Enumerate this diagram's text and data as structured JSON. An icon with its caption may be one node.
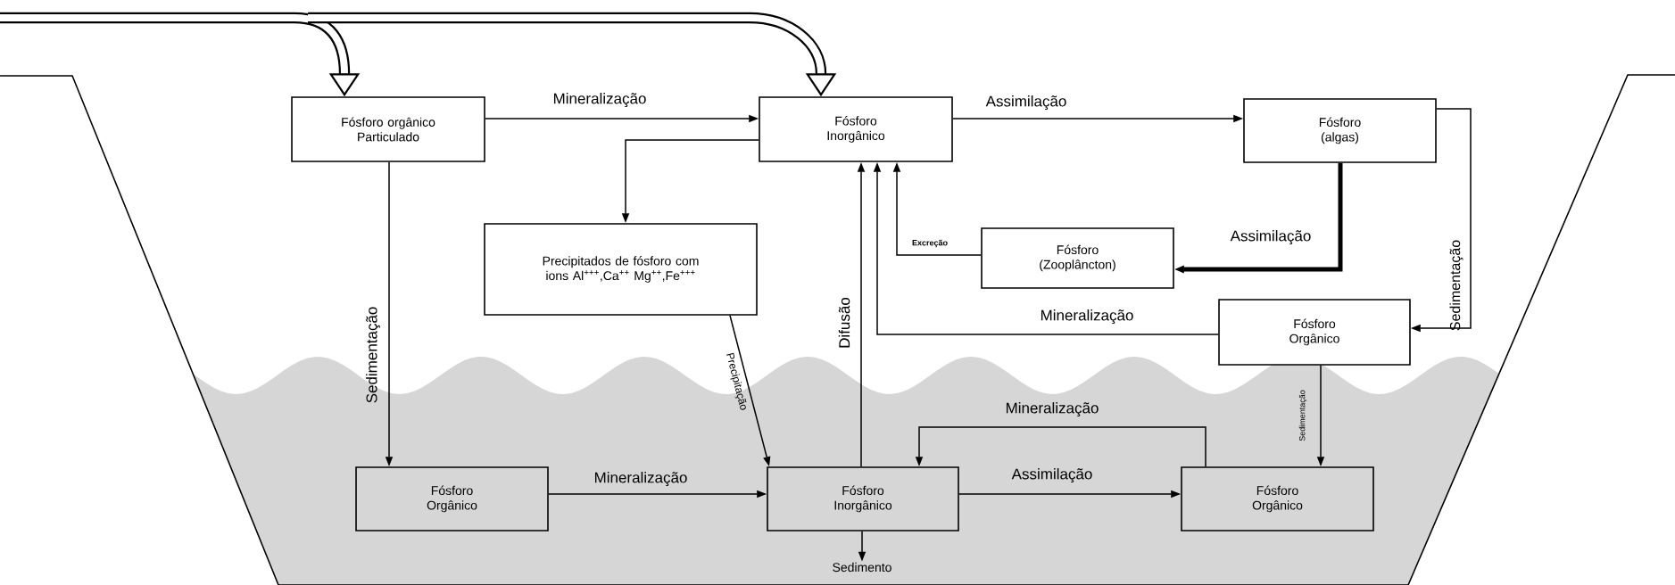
{
  "diagram": {
    "nodes": [
      {
        "text": [
          "Fósforo orgânico Particulado"
        ]
      },
      {
        "text": [
          "Fósforo Inorgânico"
        ]
      },
      {
        "text": [
          "Fósforo (algas)"
        ]
      },
      {
        "text": [
          "Precipitados de fósforo com ions Al$^{+++}$,Ca$^{++}$ Mg$^{++}$,Fe$^{+++}$"
        ]
      },
      {
        "text": [
          "Fósforo (Zooplâncton)"
        ]
      },
      {
        "text": [
          "Fósforo Orgânico"
        ]
      },
      {
        "text": [
          "Fósforo Orgânico"
        ]
      },
      {
        "text": [
          "Fósforo Inorgânico"
        ]
      },
      {
        "text": [
          "Fósforo Orgânico"
        ]
      },
      {
        "text": [
          "Sedimento"
        ]
      }
    ],
    "edges": [
      {
        "from": 0,
        "to": 1,
        "arrow": "to",
        "label": "Mineralização"
      },
      {
        "from": 1,
        "to": 2,
        "arrow": "to",
        "label": "Assimilação"
      },
      {
        "from": 1,
        "to": 3,
        "arrow": "to"
      },
      {
        "from": 0,
        "to": 6,
        "arrow": "to",
        "label": "Sedimentação"
      },
      {
        "from": 2,
        "to": 4,
        "arrow": "to",
        "label": "Assimilação",
        "style": "thick"
      },
      {
        "from": 2,
        "to": 5,
        "arrow": "to",
        "label": "Sedimentação"
      },
      {
        "from": 4,
        "to": 1,
        "arrow": "to",
        "label": "Excreção"
      },
      {
        "from": 5,
        "to": 1,
        "arrow": "to",
        "label": "Mineralização"
      },
      {
        "from": 7,
        "to": 1,
        "arrow": "to",
        "label": "Difusão"
      },
      {
        "from": 3,
        "to": 7,
        "arrow": "to",
        "label": "Precipitação"
      },
      {
        "from": 6,
        "to": 7,
        "arrow": "to",
        "label": "Mineralização"
      },
      {
        "from": 7,
        "to": 8,
        "arrow": "to",
        "label": "Assimilação"
      },
      {
        "from": 8,
        "to": 7,
        "arrow": "to",
        "label": "Mineralização"
      },
      {
        "from": 5,
        "to": 8,
        "arrow": "to",
        "label": "Sedimentação"
      },
      {
        "from": 7,
        "to": 9,
        "arrow": "to"
      },
      {
        "from": null,
        "to": 0,
        "arrow": "to",
        "style": "thick"
      },
      {
        "from": null,
        "to": 1,
        "arrow": "to",
        "style": "thick"
      }
    ]
  }
}
